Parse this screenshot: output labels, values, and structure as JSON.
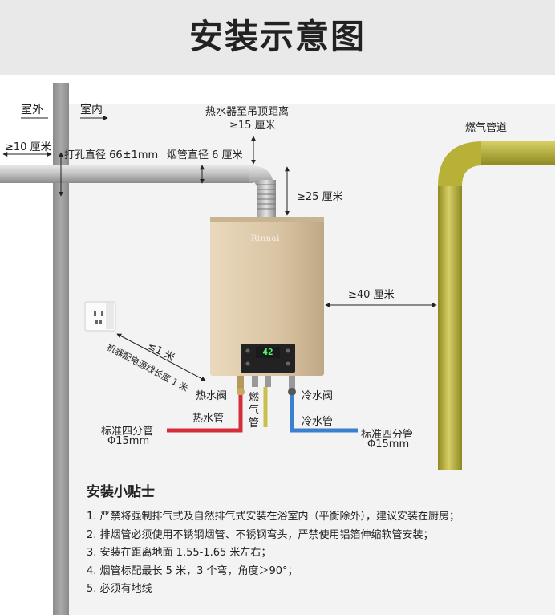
{
  "title": "安装示意图",
  "labels": {
    "outdoor": "室外",
    "indoor": "室内",
    "outdoor_dist": "≥10 厘米",
    "hole_diameter": "打孔直径 66±1mm",
    "flue_diameter": "烟管直径 6 厘米",
    "ceiling_line1": "热水器至吊顶距离",
    "ceiling_line2": "≥15 厘米",
    "pipe_clear": "≥25 厘米",
    "gas_pipe": "燃气管道",
    "side_clear": "≥40 厘米",
    "cable_dist": "≤1 米",
    "cable_len": "机器配电源线长度 1 米",
    "hot_valve": "热水阀",
    "gas_tube_1": "燃",
    "gas_tube_2": "气",
    "gas_tube_3": "管",
    "cold_valve": "冷水阀",
    "hot_pipe": "热水管",
    "cold_pipe": "冷水管",
    "std_pipe_left_1": "标准四分管",
    "std_pipe_left_2": "Φ15mm",
    "std_pipe_right_1": "标准四分管",
    "std_pipe_right_2": "Φ15mm",
    "brand": "Rinnai",
    "display_value": "42"
  },
  "tips": {
    "title": "安装小贴士",
    "items": [
      "1. 严禁将强制排气式及自然排气式安装在浴室内（平衡除外），建议安装在厨房；",
      "2. 排烟管必须使用不锈钢烟管、不锈钢弯头，严禁使用铝箔伸缩软管安装；",
      "3. 安装在距离地面 1.55-1.65 米左右；",
      "4. 烟管标配最长 5 米，3 个弯，角度＞90°；",
      "5. 必须有地线"
    ]
  },
  "colors": {
    "hot_pipe": "#d42e3a",
    "cold_pipe": "#3a7fd0",
    "gas_tube": "#c8c04a",
    "gas_main": "#b9b23a",
    "heater_body": "#d9c6a8"
  }
}
